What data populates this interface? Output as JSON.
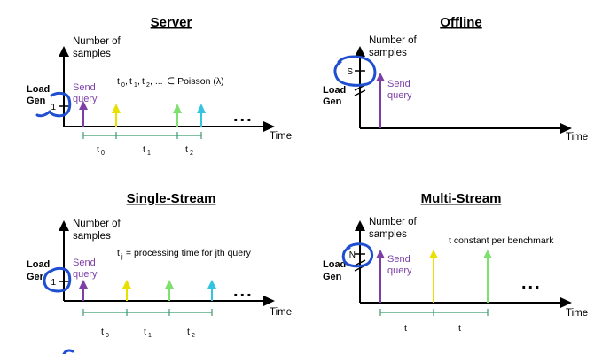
{
  "panels": {
    "server": {
      "title": "Server",
      "ylabel_1": "Number of",
      "ylabel_2": "samples",
      "load": "Load",
      "gen": "Gen",
      "marker": "1",
      "send_1": "Send",
      "send_2": "query",
      "formula_pre": "t",
      "formula_tail": "∈ Poisson (λ)",
      "time": "Time",
      "interval_label": "t"
    },
    "offline": {
      "title": "Offline",
      "ylabel_1": "Number of",
      "ylabel_2": "samples",
      "load": "Load",
      "gen": "Gen",
      "marker": "S",
      "send_1": "Send",
      "send_2": "query",
      "time": "Time"
    },
    "single_stream": {
      "title": "Single-Stream",
      "ylabel_1": "Number of",
      "ylabel_2": "samples",
      "load": "Load",
      "gen": "Ger",
      "marker": "1",
      "send_1": "Send",
      "send_2": "query",
      "note_pre": "t",
      "note_sub": "j",
      "note_tail": " = processing time for jth query",
      "time": "Time",
      "interval_label": "t"
    },
    "multi_stream": {
      "title": "Multi-Stream",
      "ylabel_1": "Number of",
      "ylabel_2": "samples",
      "load": "Load",
      "gen": "Gen",
      "marker": "N",
      "send_1": "Send",
      "send_2": "query",
      "note": "t constant per benchmark",
      "time": "Time",
      "interval_label": "t"
    }
  },
  "ellipsis": "...",
  "subscripts": [
    "0",
    "1",
    "2"
  ],
  "colors": {
    "purple": "#7b3fa6",
    "yellow": "#e8e000",
    "green": "#7fe070",
    "cyan": "#33c4e0",
    "bracket": "#3a9a6a",
    "annotation": "#1f4fd0",
    "axis": "#000000"
  }
}
